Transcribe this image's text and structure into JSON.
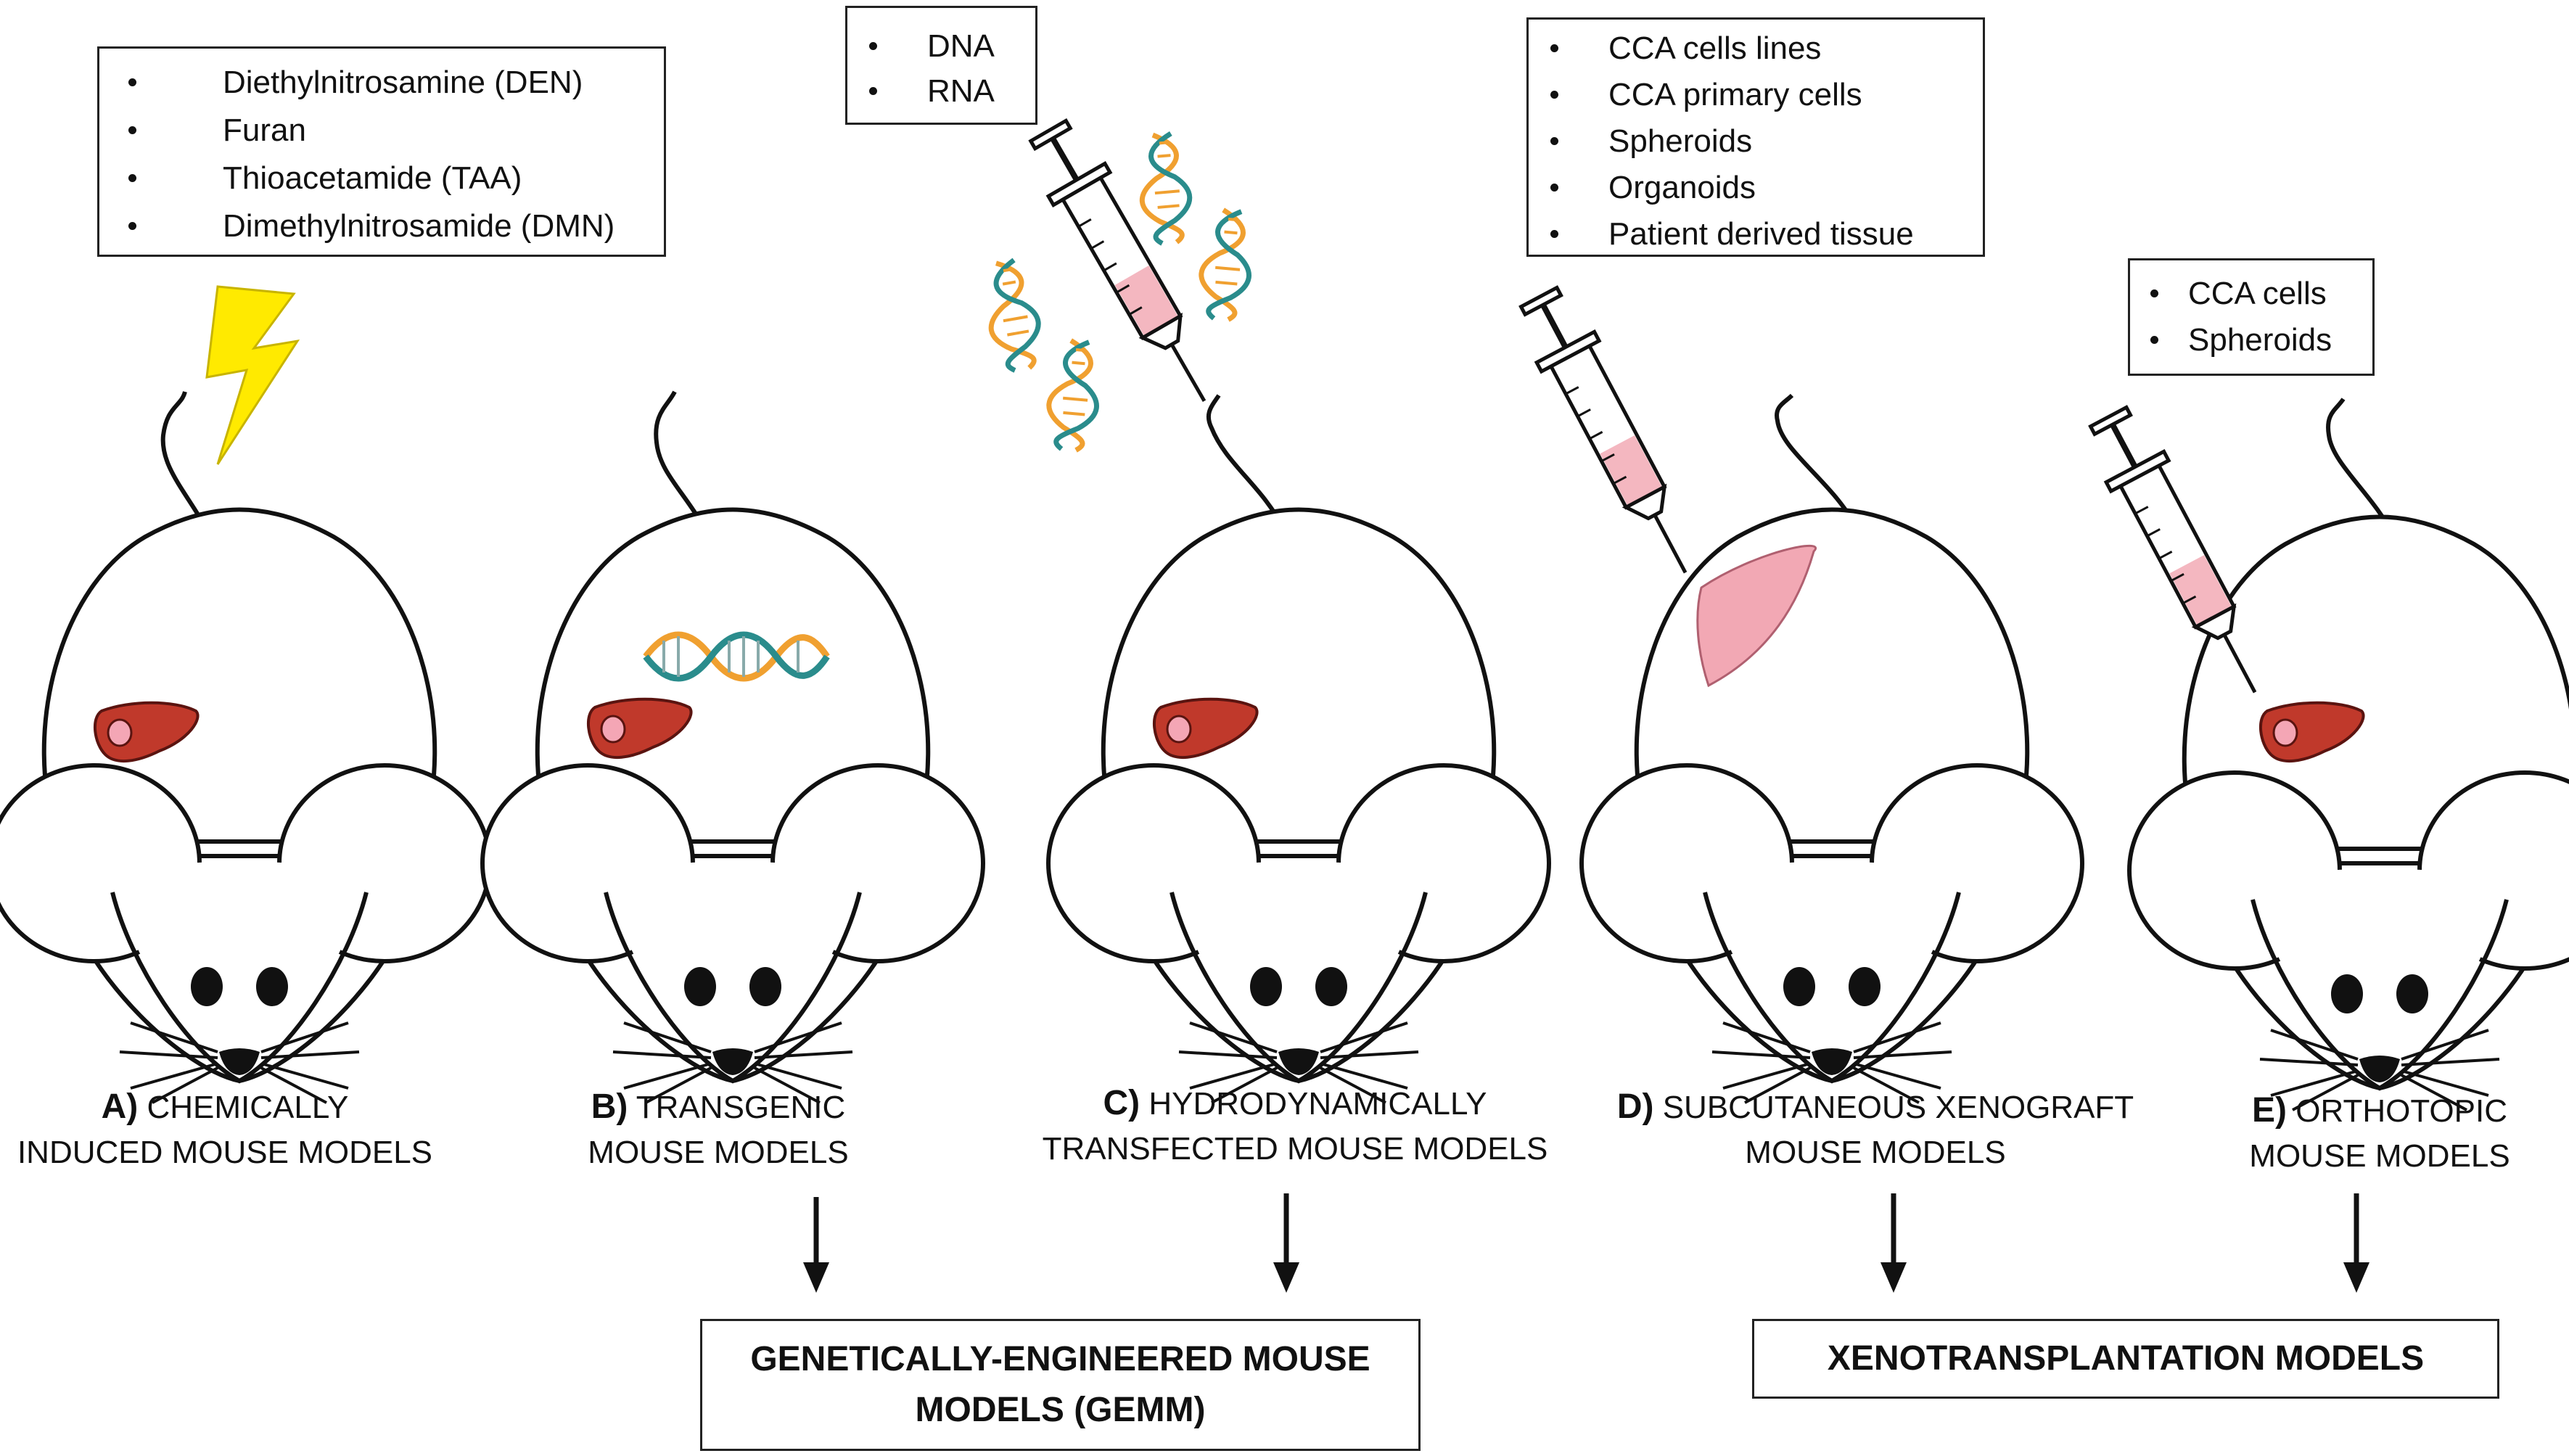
{
  "boxes": {
    "chemicals": [
      "Diethylnitrosamine (DEN)",
      "Furan",
      "Thioacetamide (TAA)",
      "Dimethylnitrosamide (DMN)"
    ],
    "nucleic": [
      "DNA",
      "RNA"
    ],
    "subcutaneous": [
      "CCA cells lines",
      "CCA primary cells",
      "Spheroids",
      "Organoids",
      "Patient derived tissue"
    ],
    "orthotopic": [
      "CCA cells",
      "Spheroids"
    ]
  },
  "models": {
    "a": {
      "letter": "A)",
      "line1": "CHEMICALLY",
      "line2": "INDUCED MOUSE MODELS"
    },
    "b": {
      "letter": "B)",
      "line1": "TRANSGENIC",
      "line2": "MOUSE MODELS"
    },
    "c": {
      "letter": "C)",
      "line1": "HYDRODYNAMICALLY",
      "line2": "TRANSFECTED MOUSE MODELS"
    },
    "d": {
      "letter": "D)",
      "line1": "SUBCUTANEOUS XENOGRAFT",
      "line2": "MOUSE MODELS"
    },
    "e": {
      "letter": "E)",
      "line1": "ORTHOTOPIC",
      "line2": "MOUSE MODELS"
    }
  },
  "groups": {
    "gemm": {
      "line1": "GENETICALLY-ENGINEERED MOUSE",
      "line2": "MODELS (GEMM)"
    },
    "xeno": {
      "line1": "XENOTRANSPLANTATION MODELS"
    }
  },
  "colors": {
    "liver": "#c0392b",
    "gallbladder": "#f4a6b5",
    "syringe_fluid": "#f4b7c0",
    "xenograft": "#f2a8b4",
    "lightning": "#ffea00",
    "dna_orange": "#f0a030",
    "dna_teal": "#2a8c8c"
  }
}
